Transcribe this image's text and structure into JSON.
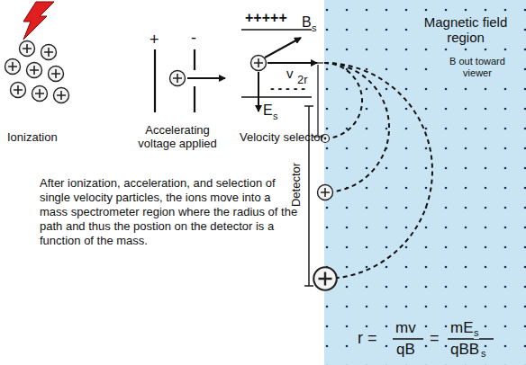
{
  "diagram": {
    "nodes": [
      {
        "text": [
          "Magnetic field region",
          "B out toward viewer"
        ]
      }
    ],
    "labels": [
      "+",
      "-",
      "+++++",
      "B",
      "s",
      "v",
      "E",
      "s",
      "- - - - -",
      "Ionization",
      "Accelerating voltage applied",
      "Velocity selector",
      "2r",
      "Detector",
      "After ionization, acceleration, and selection of single velocity particles, the ions move into a mass spectrometer region where the radius of the path and thus the postion on the detector is a function of the mass.",
      "r =",
      "mv",
      "qB",
      "=",
      "mE",
      "s",
      "qBB",
      "s"
    ]
  }
}
